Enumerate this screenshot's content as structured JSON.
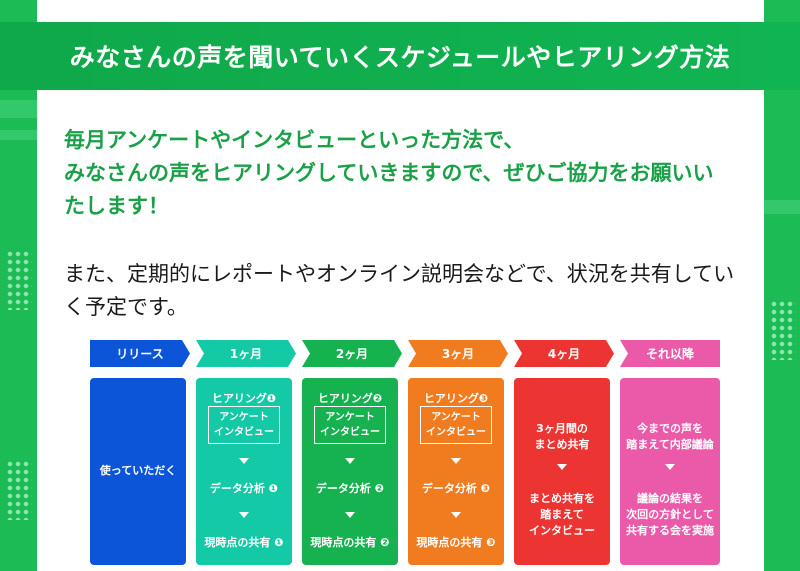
{
  "title": "みなさんの声を聞いていくスケジュールやヒアリング方法",
  "message_green": [
    "毎月アンケートやインタビューといった方法で、",
    "みなさんの声をヒアリングしていきますので、ぜひご協力をお願いい",
    "たします！"
  ],
  "message_black": [
    "また、定期的にレポートやオンライン説明会などで、状況を共有してい",
    "く予定です。"
  ],
  "timeline": {
    "steps": [
      "リリース",
      "1ヶ月",
      "2ヶ月",
      "3ヶ月",
      "4ヶ月",
      "それ以降"
    ],
    "colors": [
      "#0d55d8",
      "#13c9a6",
      "#15b24f",
      "#f07c1f",
      "#ec3533",
      "#ea5aa8"
    ],
    "col0": {
      "text": "使っていただく"
    },
    "col1": {
      "heading": "ヒアリング❶",
      "inner1": "アンケート",
      "inner2": "インタビュー",
      "analysis": "データ分析 ❶",
      "share": "現時点の共有 ❶"
    },
    "col2": {
      "heading": "ヒアリング❷",
      "inner1": "アンケート",
      "inner2": "インタビュー",
      "analysis": "データ分析 ❷",
      "share": "現時点の共有 ❷"
    },
    "col3": {
      "heading": "ヒアリング❸",
      "inner1": "アンケート",
      "inner2": "インタビュー",
      "analysis": "データ分析 ❸",
      "share": "現時点の共有 ❸"
    },
    "col4": {
      "a1": "3ヶ月間の",
      "a2": "まとめ共有",
      "b1": "まとめ共有を",
      "b2": "踏まえて",
      "b3": "インタビュー"
    },
    "col5": {
      "a1": "今までの声を",
      "a2": "踏まえて内部議論",
      "b1": "議論の結果を",
      "b2": "次回の方針として",
      "b3": "共有する会を実施"
    }
  }
}
